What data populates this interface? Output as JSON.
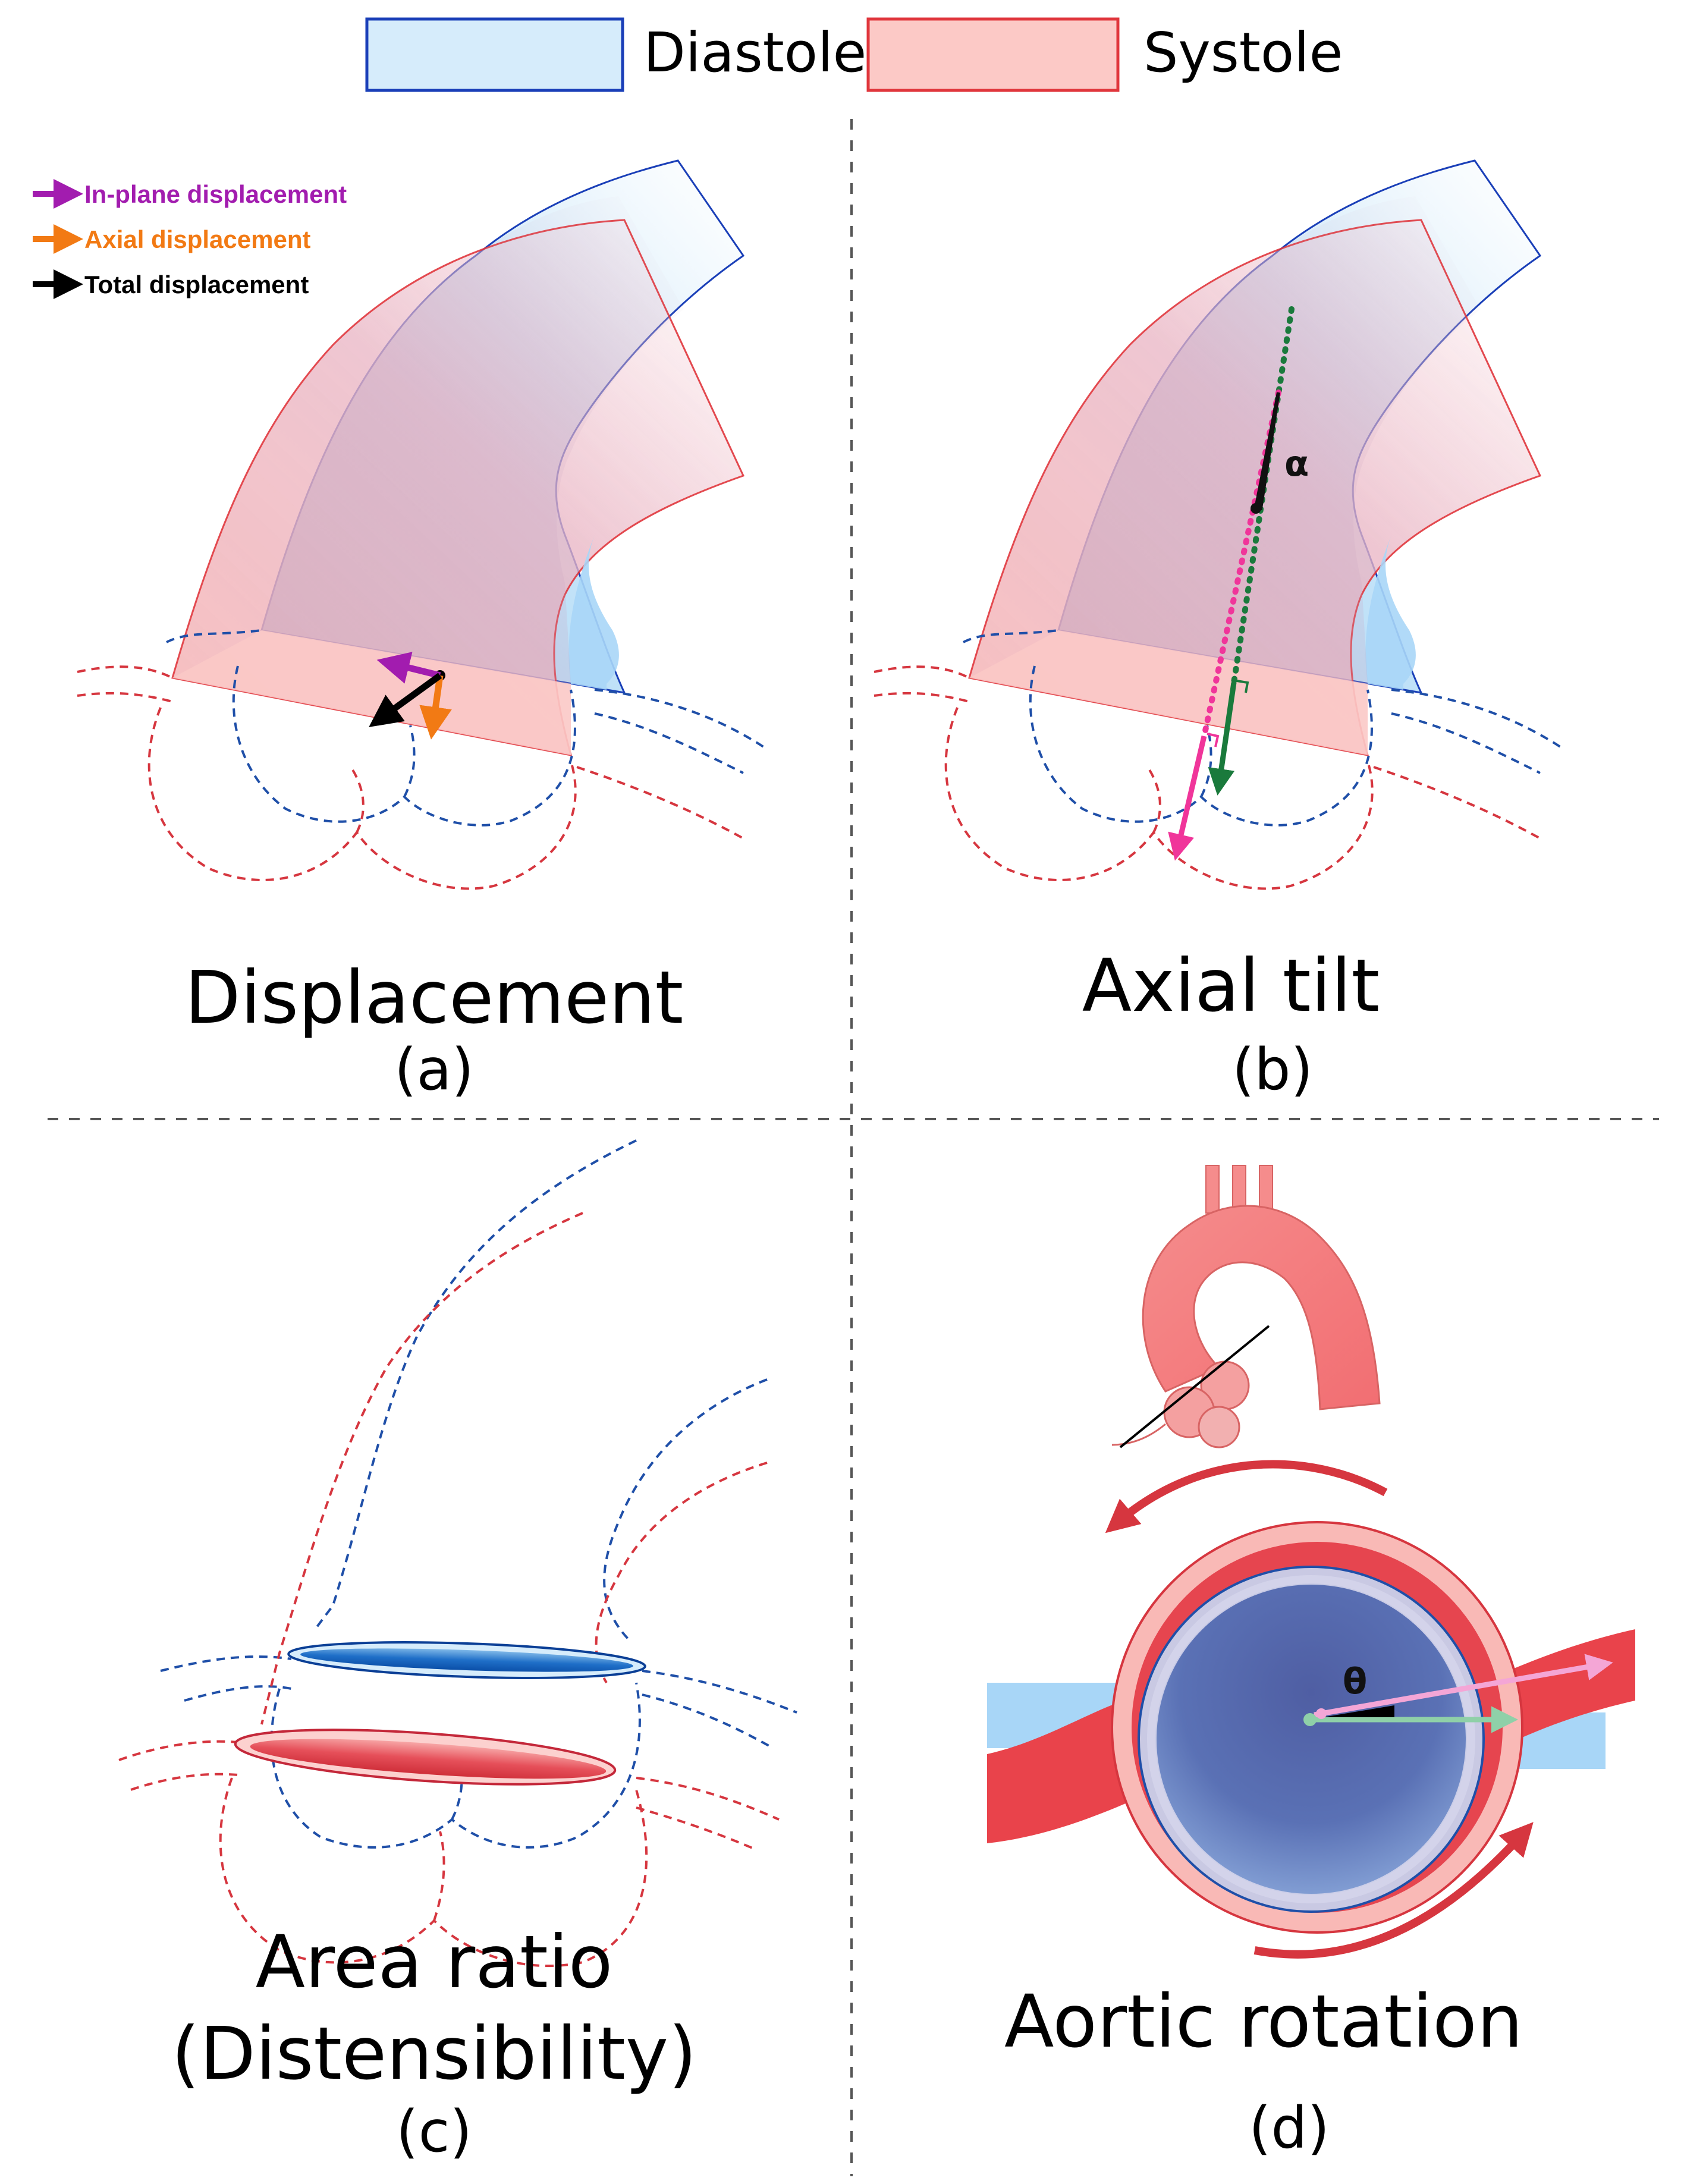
{
  "legend": {
    "diastole": {
      "label": "Diastole",
      "fill": "#d6ecfb",
      "stroke": "#1a3fb8"
    },
    "systole": {
      "label": "Systole",
      "fill": "#fcc9c6",
      "stroke": "#e0363c"
    }
  },
  "colors": {
    "in_plane": "#a21caf",
    "axial": "#f27a14",
    "total": "#000000",
    "diastole_dash": "#1f4fa8",
    "systole_dash": "#d6363f",
    "tilt_systole_axis": "#f0359a",
    "tilt_diastole_axis": "#1a7a3c",
    "rot_systole": "#f4a6d6",
    "rot_diastole": "#8fd0a8"
  },
  "panel_a": {
    "arrow_legend": [
      {
        "label": "In-plane displacement",
        "color": "#a21caf"
      },
      {
        "label": "Axial displacement",
        "color": "#f27a14"
      },
      {
        "label": "Total displacement",
        "color": "#000000"
      }
    ],
    "title": "Displacement",
    "sub": "(a)"
  },
  "panel_b": {
    "angle": "α",
    "title": "Axial tilt",
    "sub": "(b)"
  },
  "panel_c": {
    "title_line1": "Area ratio",
    "title_line2": "(Distensibility)",
    "sub": "(c)"
  },
  "panel_d": {
    "angle": "θ",
    "title": "Aortic rotation",
    "sub": "(d)"
  }
}
